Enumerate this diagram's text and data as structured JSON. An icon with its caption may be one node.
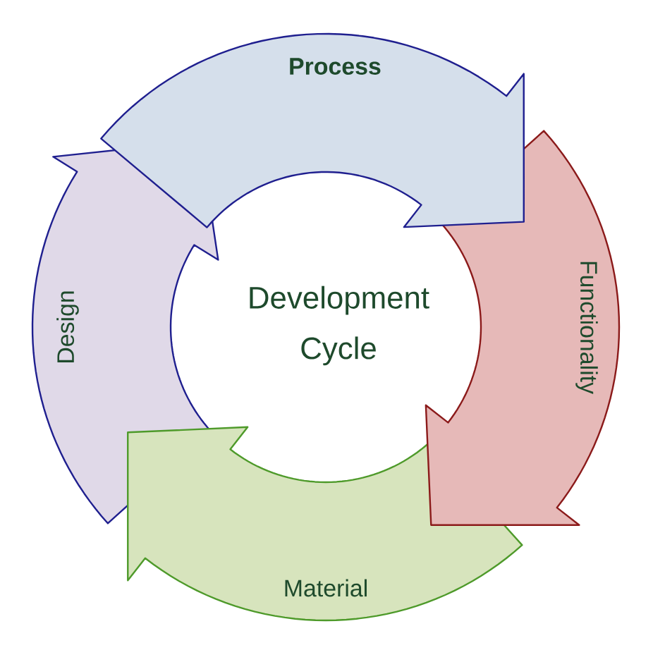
{
  "diagram": {
    "nodes": [
      {
        "text": [
          "Process"
        ]
      },
      {
        "text": [
          "Functionality"
        ]
      },
      {
        "text": [
          "Material"
        ]
      },
      {
        "text": [
          "Design"
        ]
      }
    ],
    "labels": [
      "Development Cycle"
    ]
  }
}
